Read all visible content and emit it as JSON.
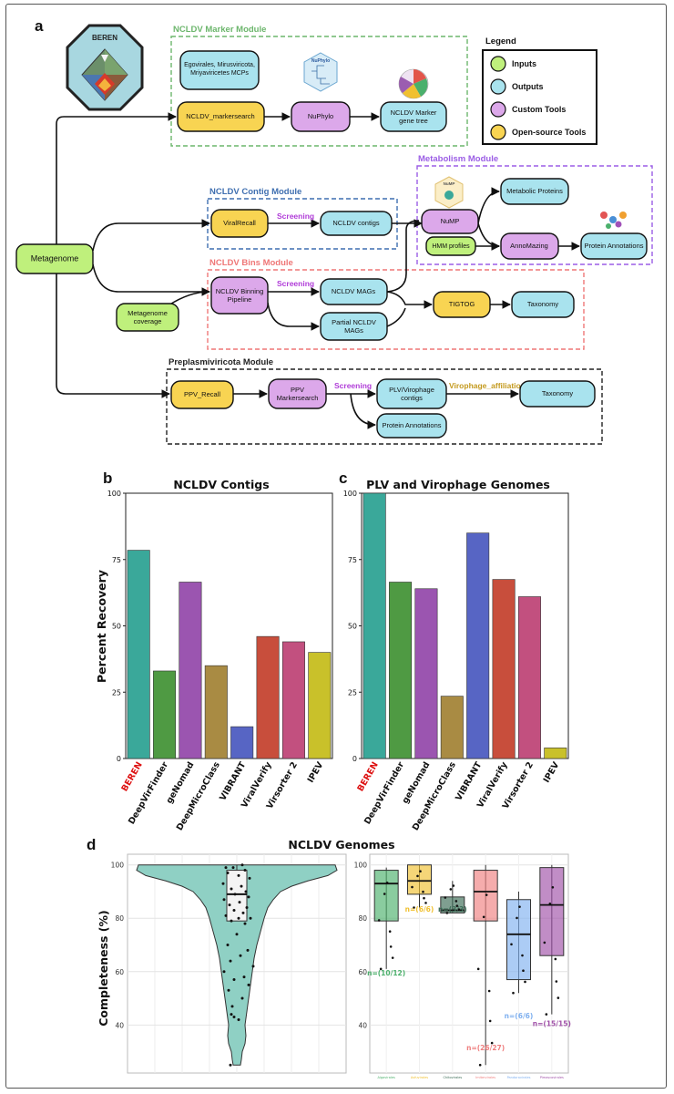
{
  "panels": {
    "a": "a",
    "b": "b",
    "c": "c",
    "d": "d"
  },
  "logo": {
    "text": "BEREN"
  },
  "legend": {
    "title": "Legend",
    "items": [
      {
        "label": "Inputs",
        "color": "#bff07c"
      },
      {
        "label": "Outputs",
        "color": "#a9e3ee"
      },
      {
        "label": "Custom Tools",
        "color": "#dca8ea"
      },
      {
        "label": "Open-source Tools",
        "color": "#f8d452"
      }
    ]
  },
  "modules": {
    "marker": {
      "title": "NCLDV Marker Module",
      "color": "#6cb66c"
    },
    "contig": {
      "title": "NCLDV Contig Module",
      "color": "#3f6fb0"
    },
    "metabolism": {
      "title": "Metabolism Module",
      "color": "#9b5de5"
    },
    "bins": {
      "title": "NCLDV Bins Module",
      "color": "#ef7777"
    },
    "preplasmi": {
      "title": "Preplasmiviricota Module",
      "color": "#222222"
    }
  },
  "nodes": {
    "metagenome": "Metagenome",
    "coverage": "Metagenome coverage",
    "mcps": "Egovirales, Mirusviricota, Mriyaviricetes MCPs",
    "markersearch": "NCLDV_markersearch",
    "nuphylo": "NuPhylo",
    "nuphylo_icon": "NuPhylo",
    "marker_tree": "NCLDV Marker gene tree",
    "viralrecall": "ViralRecall",
    "ncldv_contigs": "NCLDV contigs",
    "nump": "NuMP",
    "nump_icon": "NuMP",
    "metabolic": "Metabolic Proteins",
    "hmm": "HMM profiles",
    "annomazing": "AnnoMazing",
    "protein_ann": "Protein Annotations",
    "binning": "NCLDV Binning Pipeline",
    "mags": "NCLDV MAGs",
    "partial": "Partial NCLDV MAGs",
    "tigtog": "TIGTOG",
    "taxonomy1": "Taxonomy",
    "ppv_recall": "PPV_Recall",
    "ppv_marker": "PPV Markersearch",
    "plv_contigs": "PLV/Virophage contigs",
    "protein_ann2": "Protein Annotations",
    "taxonomy2": "Taxonomy"
  },
  "edge_labels": {
    "screening1": "Screening",
    "screening2": "Screening",
    "screening3": "Screening",
    "virophage": "Virophage_affiliation"
  },
  "chart_data": [
    {
      "type": "bar",
      "title": "NCLDV Contigs",
      "ylabel": "Percent Recovery",
      "xlabel": "",
      "ylim": [
        0,
        100
      ],
      "yticks": [
        0,
        25,
        50,
        75,
        100
      ],
      "categories": [
        "BEREN",
        "DeepVirFinder",
        "geNomad",
        "DeepMicroClass",
        "VIBRANT",
        "ViralVerify",
        "Virsorter 2",
        "IPEV"
      ],
      "values": [
        78.5,
        33,
        66.5,
        35,
        12,
        46,
        44,
        40
      ],
      "colors": [
        "#3aa89a",
        "#4f9a43",
        "#9b55b0",
        "#a98b43",
        "#5765c4",
        "#c84e3c",
        "#c2507f",
        "#c9c12a"
      ],
      "label_colors": [
        "#dd1111",
        "#111111",
        "#111111",
        "#111111",
        "#111111",
        "#111111",
        "#111111",
        "#111111"
      ]
    },
    {
      "type": "bar",
      "title": "PLV and Virophage Genomes",
      "ylabel": "",
      "xlabel": "",
      "ylim": [
        0,
        100
      ],
      "yticks": [
        0,
        25,
        50,
        75,
        100
      ],
      "categories": [
        "BEREN",
        "DeepVirFinder",
        "geNomad",
        "DeepMicroClass",
        "VIBRANT",
        "ViralVerify",
        "Virsorter 2",
        "IPEV"
      ],
      "values": [
        100,
        66.5,
        64,
        23.5,
        85,
        67.5,
        61,
        4
      ],
      "colors": [
        "#3aa89a",
        "#4f9a43",
        "#9b55b0",
        "#a98b43",
        "#5765c4",
        "#c84e3c",
        "#c2507f",
        "#c9c12a"
      ],
      "label_colors": [
        "#dd1111",
        "#111111",
        "#111111",
        "#111111",
        "#111111",
        "#111111",
        "#111111",
        "#111111"
      ]
    },
    {
      "type": "violin",
      "title": "NCLDV Genomes",
      "ylabel": "Completeness (%)",
      "ylim": [
        22,
        104
      ],
      "yticks": [
        40,
        60,
        80,
        100
      ],
      "box": {
        "min": 79,
        "q1": 79,
        "median": 89,
        "q3": 98,
        "max": 100
      },
      "fill": "#8fd0c4"
    },
    {
      "type": "box",
      "ylim": [
        22,
        104
      ],
      "yticks": [
        40,
        60,
        80,
        100
      ],
      "groups": [
        {
          "category": "Algavirales",
          "color": "#4cb06c",
          "min": 61,
          "q1": 79,
          "median": 93,
          "q3": 98,
          "max": 99,
          "n_label": "n=(10/12)"
        },
        {
          "category": "Asfuvirales",
          "color": "#f0c030",
          "min": 84,
          "q1": 89,
          "median": 94,
          "q3": 100,
          "max": 100,
          "n_label": "n=(6/6)"
        },
        {
          "category": "Chitovirales",
          "color": "#3a6b55",
          "min": 82,
          "q1": 82,
          "median": 83,
          "q3": 88,
          "max": 94,
          "n_label": "n=(3/3)"
        },
        {
          "category": "Imitervirales",
          "color": "#ef7f7f",
          "min": 25,
          "q1": 79,
          "median": 90,
          "q3": 98,
          "max": 100,
          "n_label": "n=(26/27)"
        },
        {
          "category": "Pandoravirales",
          "color": "#7fb0ef",
          "min": 52,
          "q1": 57,
          "median": 74,
          "q3": 87,
          "max": 90,
          "n_label": "n=(6/6)"
        },
        {
          "category": "Pimascovirales",
          "color": "#a050a8",
          "min": 44,
          "q1": 66,
          "median": 85,
          "q3": 99,
          "max": 100,
          "n_label": "n=(15/15)"
        }
      ]
    }
  ]
}
